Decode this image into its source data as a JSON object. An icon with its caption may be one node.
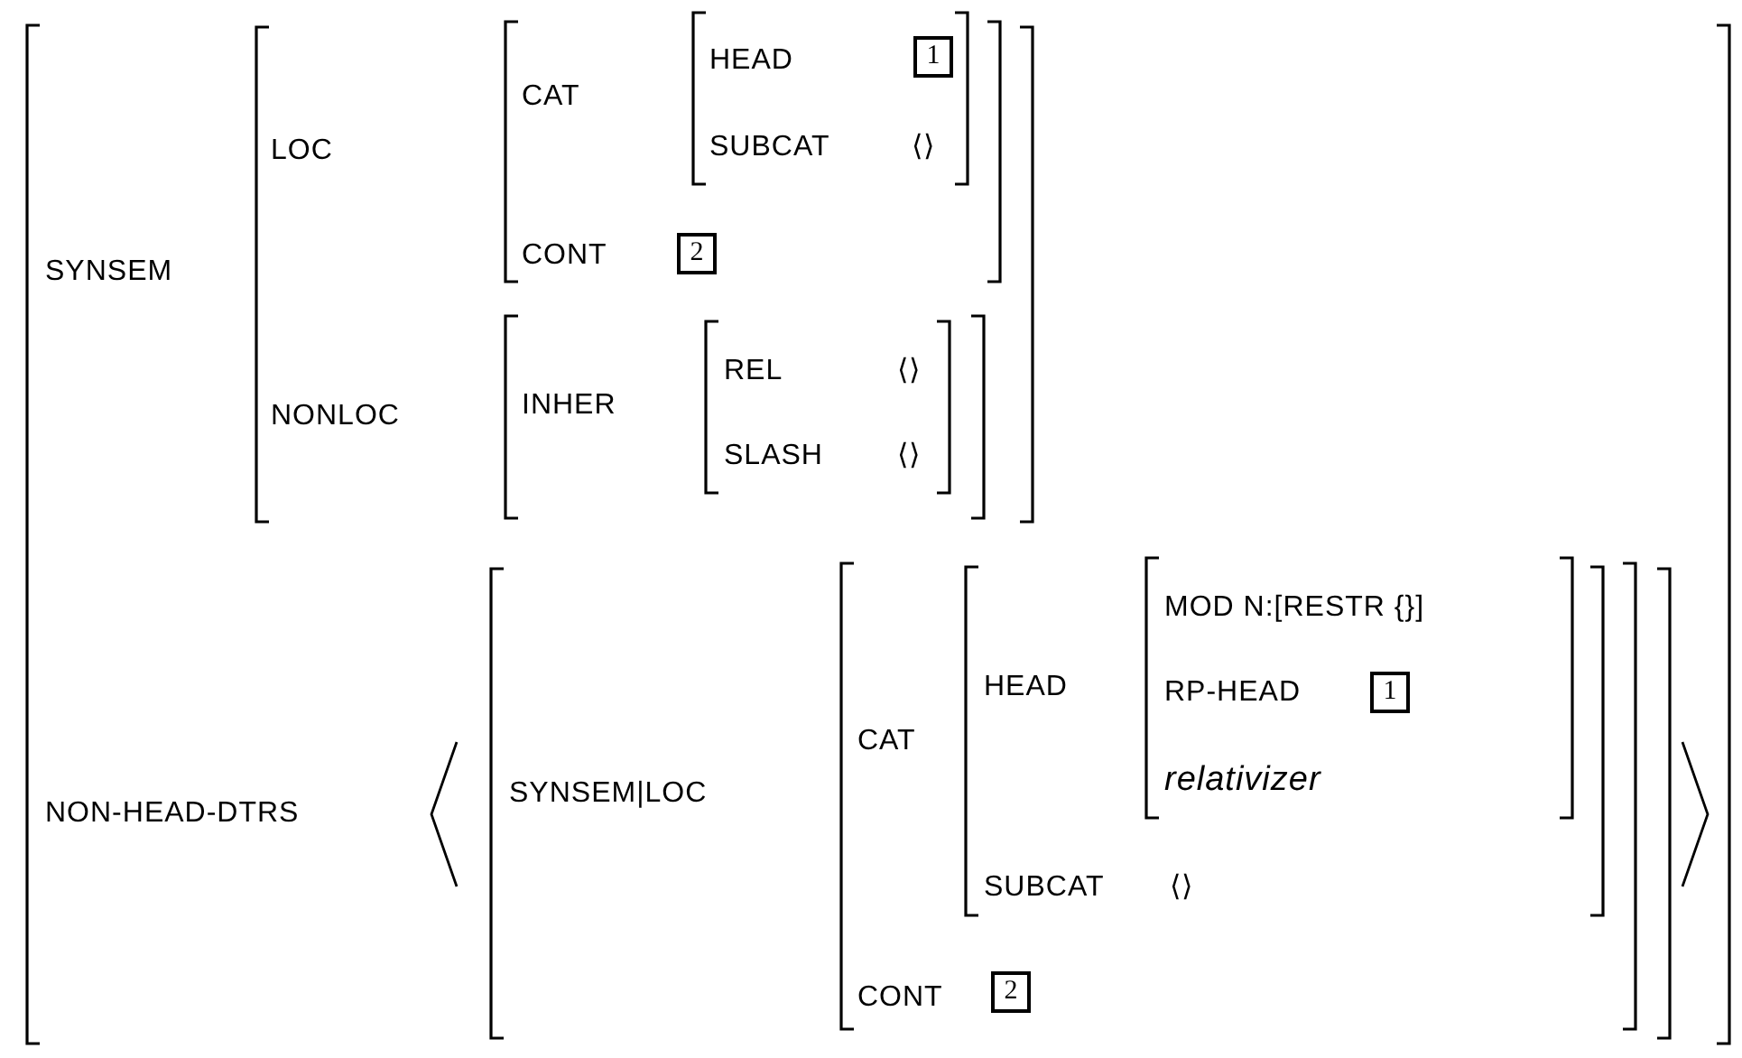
{
  "diagram": {
    "nodes": [
      {
        "text": [
          "1"
        ]
      },
      {
        "text": [
          "2"
        ]
      },
      {
        "text": [
          "1"
        ]
      },
      {
        "text": [
          "2"
        ]
      }
    ],
    "labels": [
      "SYNSEM",
      "LOC",
      "CAT",
      "HEAD",
      "SUBCAT",
      "⟨⟩",
      "CONT",
      "NONLOC",
      "INHER",
      "REL",
      "⟨⟩",
      "SLASH",
      "⟨⟩",
      "NON-HEAD-DTRS",
      "SYNSEM|LOC",
      "CAT",
      "HEAD",
      "MOD N:[RESTR {}]",
      "RP-HEAD",
      "relativizer",
      "SUBCAT",
      "⟨⟩",
      "CONT"
    ]
  }
}
